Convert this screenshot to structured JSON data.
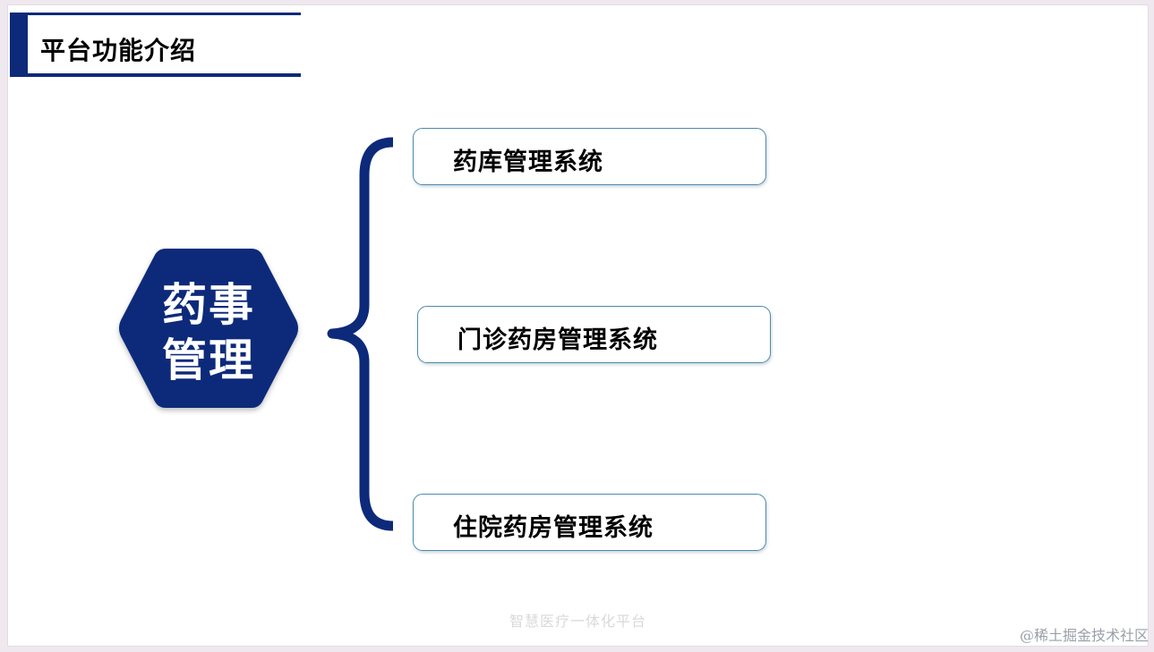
{
  "title": "平台功能介绍",
  "center": {
    "line1": "药事",
    "line2": "管理"
  },
  "modules": [
    {
      "label": "药库管理系统"
    },
    {
      "label": "门诊药房管理系统"
    },
    {
      "label": "住院药房管理系统"
    }
  ],
  "footer": "智慧医疗一体化平台",
  "watermark": "@稀土掘金技术社区",
  "colors": {
    "primary": "#0d2a7a",
    "box_border": "#4d8cae",
    "footer_text": "#d9d9d9"
  }
}
